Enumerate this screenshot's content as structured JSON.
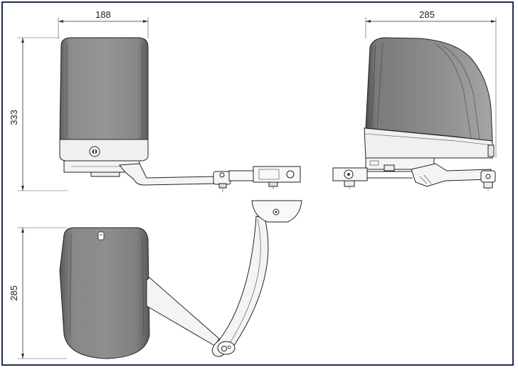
{
  "drawing": {
    "dimensions": {
      "front_width": "188",
      "side_width": "285",
      "front_height": "333",
      "plan_depth": "285"
    },
    "colors": {
      "frame": "#1f2e4a",
      "housing_dark": "#6f6f6f",
      "housing_mid": "#8a8a8a",
      "housing_light": "#b5b5b5",
      "base": "#f2f2f2",
      "line": "#222222"
    },
    "icons": [
      "lock-icon",
      "cable-gland-icon"
    ]
  }
}
